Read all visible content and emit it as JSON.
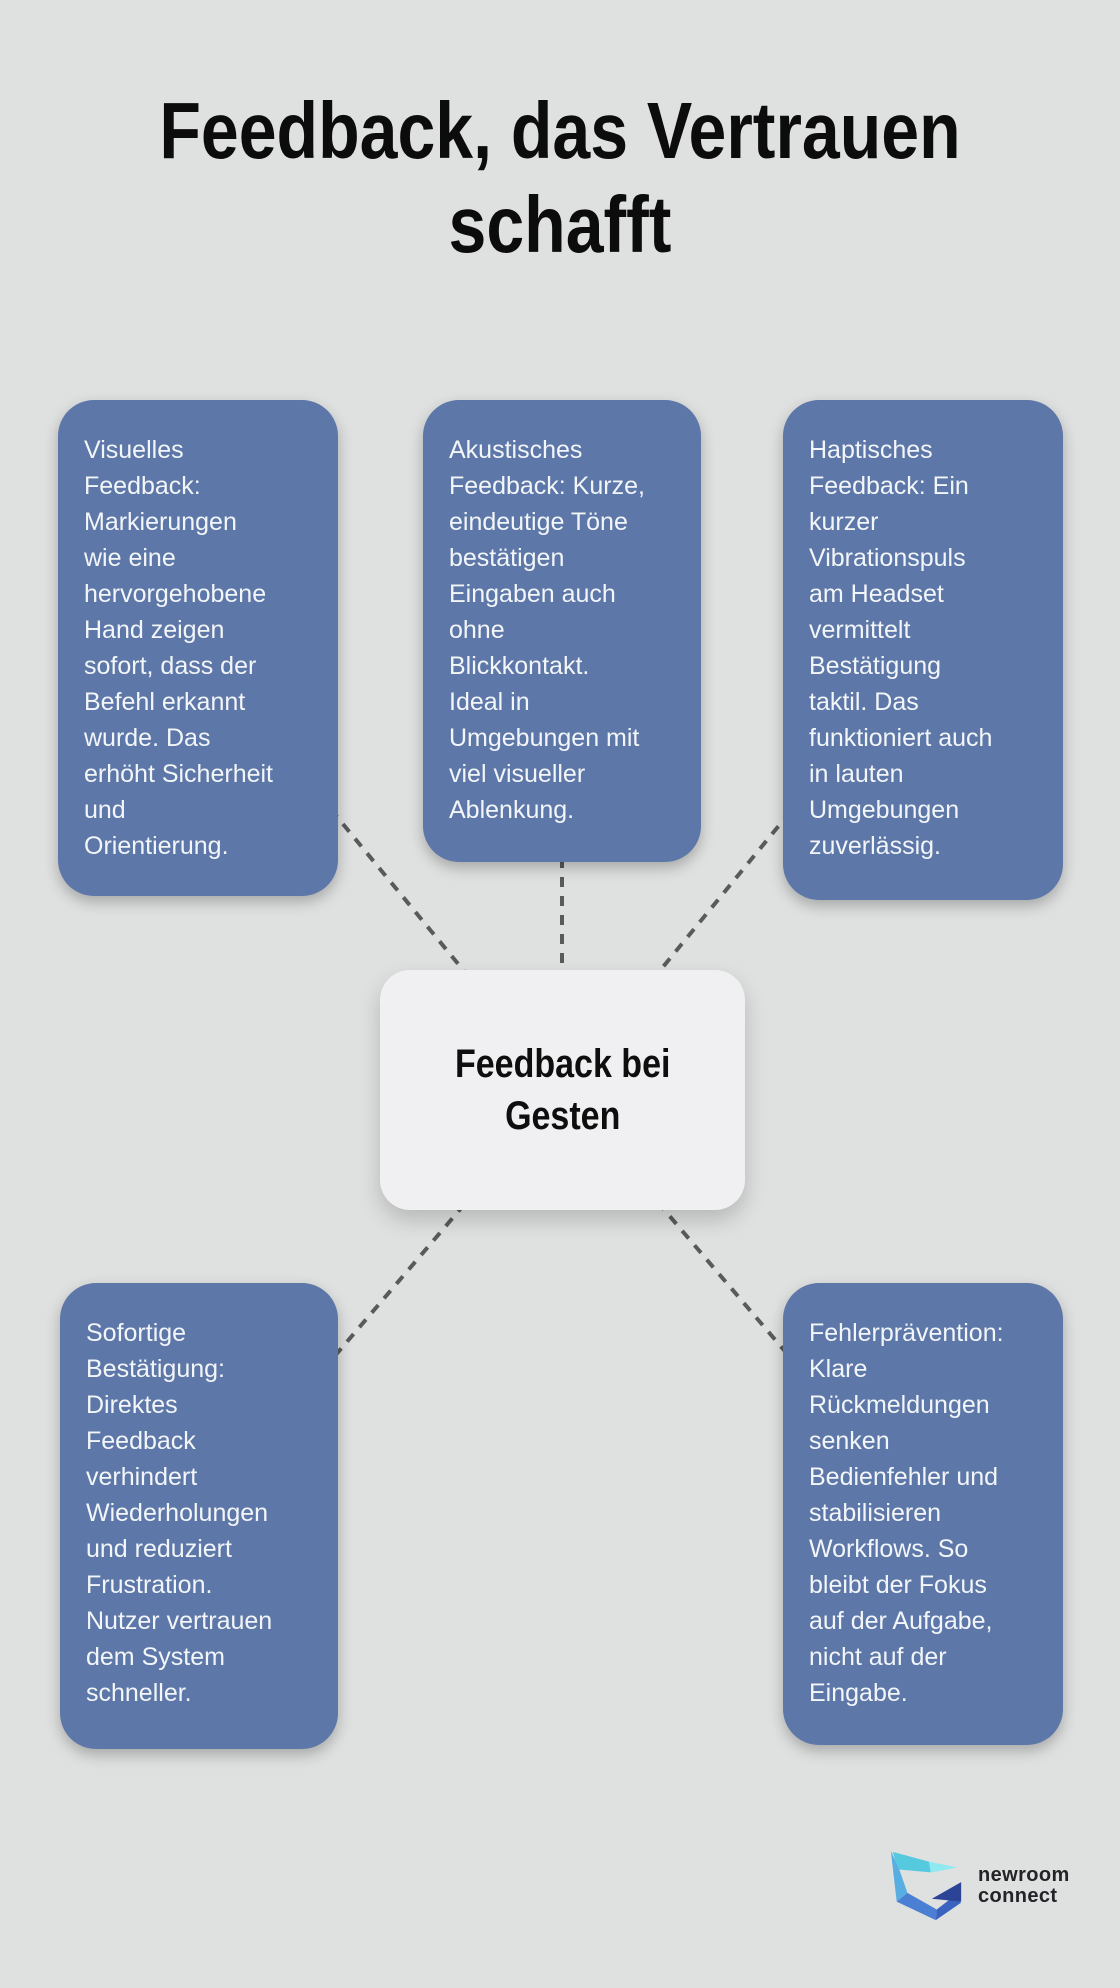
{
  "title": "Feedback, das Vertrauen\nschafft",
  "center_node": {
    "label": "Feedback bei\nGesten"
  },
  "nodes": [
    {
      "id": "visuelles-feedback",
      "text": "Visuelles\nFeedback:\nMarkierungen\nwie eine\nhervorgehobene\nHand zeigen\nsofort, dass der\nBefehl erkannt\nwurde. Das\nerhöht Sicherheit\nund\nOrientierung."
    },
    {
      "id": "akustisches-feedback",
      "text": "Akustisches\nFeedback: Kurze,\neindeutige Töne\nbestätigen\nEingaben auch\nohne\nBlickkontakt.\nIdeal in\nUmgebungen mit\nviel visueller\nAblenkung."
    },
    {
      "id": "haptisches-feedback",
      "text": "Haptisches\nFeedback: Ein\nkurzer\nVibrationspuls\nam Headset\nvermittelt\nBestätigung\ntaktil. Das\nfunktioniert auch\nin lauten\nUmgebungen\nzuverlässig."
    },
    {
      "id": "sofortige-bestaetigung",
      "text": "Sofortige\nBestätigung:\nDirektes\nFeedback\nverhindert\nWiederholungen\nund reduziert\nFrustration.\nNutzer vertrauen\ndem System\nschneller."
    },
    {
      "id": "fehlerpraevention",
      "text": "Fehlerprävention:\nKlare\nRückmeldungen\nsenken\nBedienfehler und\nstabilisieren\nWorkflows. So\nbleibt der Fokus\nauf der Aufgabe,\nnicht auf der\nEingabe."
    }
  ],
  "logo": {
    "line1": "newroom",
    "line2": "connect"
  },
  "colors": {
    "background": "#dfe0e0",
    "node_fill": "#5d77a8",
    "node_text": "#f3f6f9",
    "center_fill": "#f0f0f2",
    "center_text": "#0e0e0e",
    "title_text": "#0c0c0c",
    "connector": "#595a5b",
    "logo_text": "#232328",
    "logo_teal": "#55cadf",
    "logo_cyan": "#8ee9f0",
    "logo_light_blue": "#58aee0",
    "logo_blue": "#4a7fd4",
    "logo_dark_blue": "#2b4496"
  }
}
